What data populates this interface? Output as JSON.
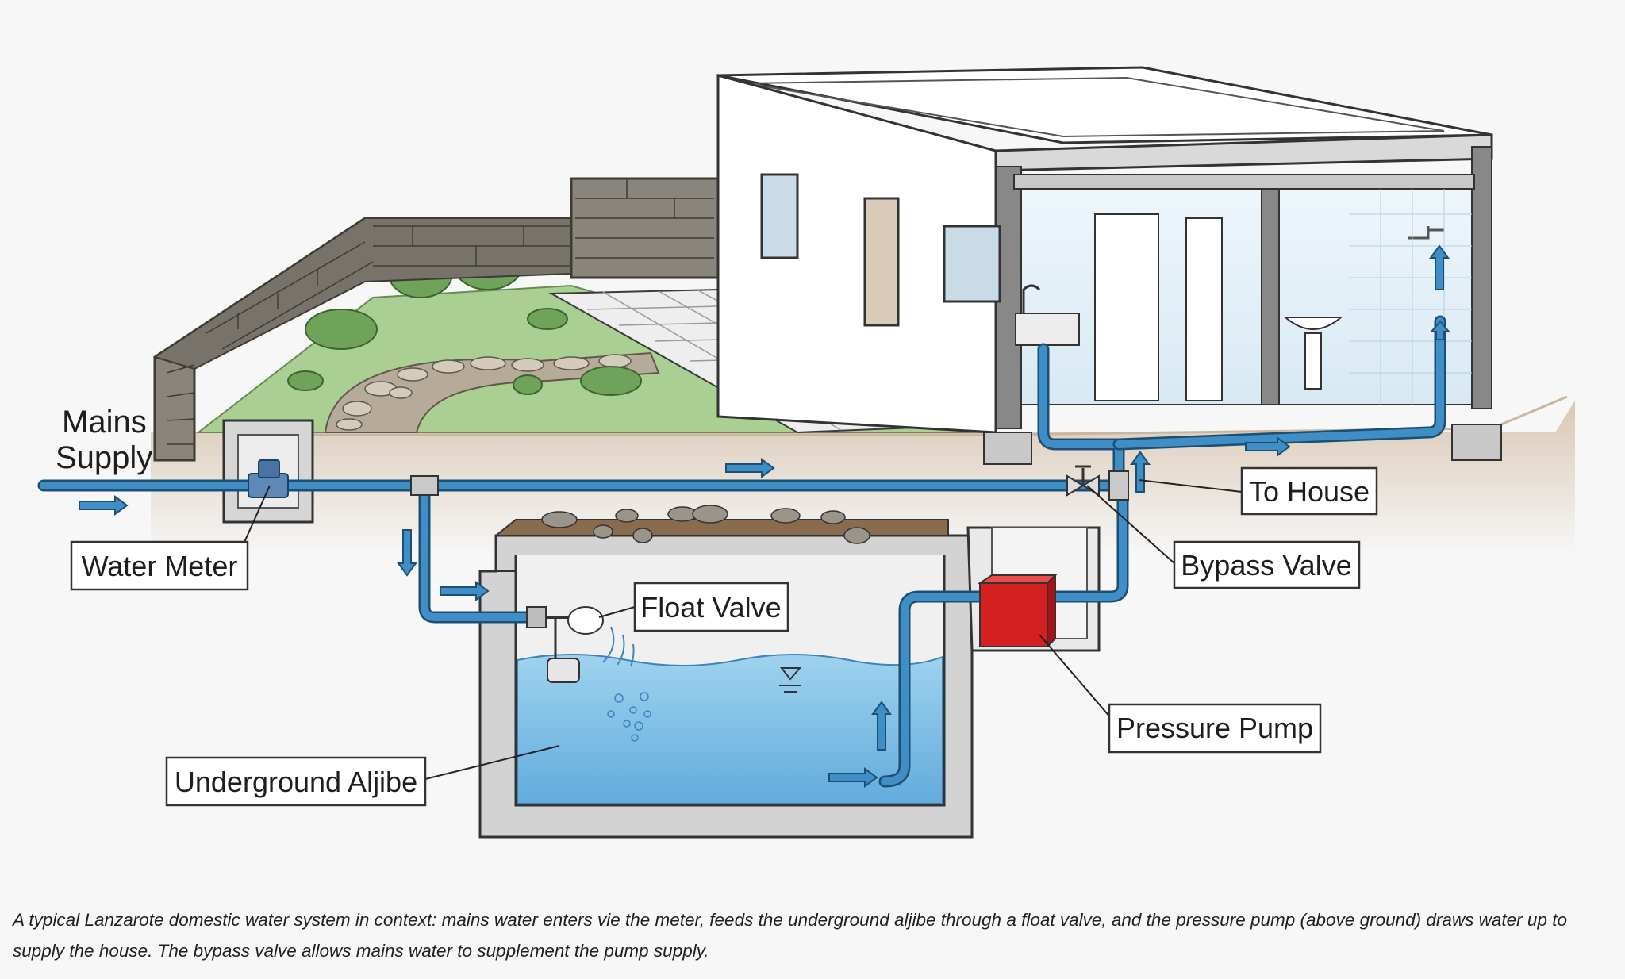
{
  "labels": {
    "mains_supply_line1": "Mains",
    "mains_supply_line2": "Supply",
    "water_meter": "Water Meter",
    "float_valve": "Float Valve",
    "underground_aljibe": "Underground Aljibe",
    "to_house": "To House",
    "bypass_valve": "Bypass Valve",
    "pressure_pump": "Pressure Pump"
  },
  "caption": "A typical Lanzarote domestic water system in context: mains water enters vie the meter, feeds the underground aljibe through a float valve, and the pressure pump (above ground) draws water up to supply the house. The bypass valve allows mains water to supplement the pump supply.",
  "colors": {
    "pipe": "#3f8fc6",
    "pipe_outline": "#1d4f74",
    "water": "#8dc7ea",
    "pump": "#d42020",
    "ground": "#e8ddd0",
    "wall_concrete": "#d8d8d8",
    "stone": "#8a857c",
    "grass": "#9fc98a"
  },
  "icons": [
    "flow-arrow-icon",
    "water-level-icon",
    "valve-icon",
    "meter-icon"
  ]
}
